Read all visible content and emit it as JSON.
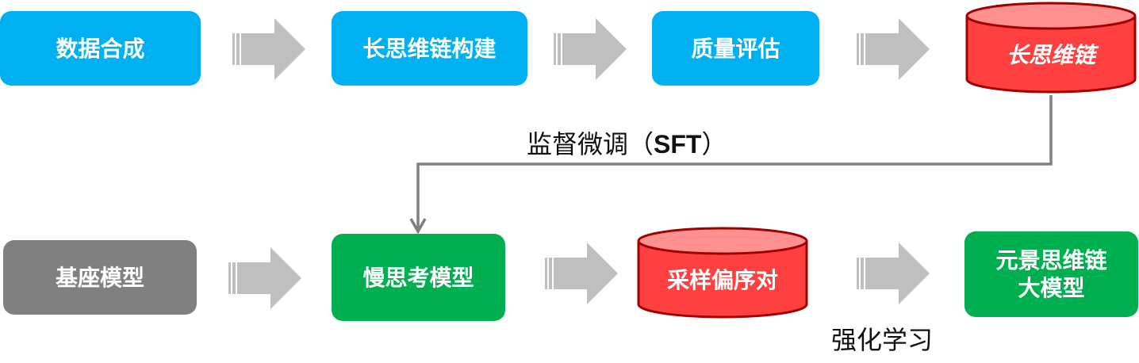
{
  "top_row": {
    "step1": "数据合成",
    "step2": "长思维链构建",
    "step3": "质量评估",
    "store": "长思维链"
  },
  "connector": {
    "label_cn": "监督微调（",
    "label_en": "SFT",
    "label_close": "）"
  },
  "bottom_row": {
    "base": "基座模型",
    "slow": "慢思考模型",
    "pairs": "采样偏序对",
    "final_line1": "元景思维链",
    "final_line2": "大模型"
  },
  "rl_label": "强化学习",
  "colors": {
    "blue": "#00b0f0",
    "green": "#00b050",
    "gray": "#808080",
    "red": "#ff4040",
    "arrow": "#bfbfbf"
  }
}
